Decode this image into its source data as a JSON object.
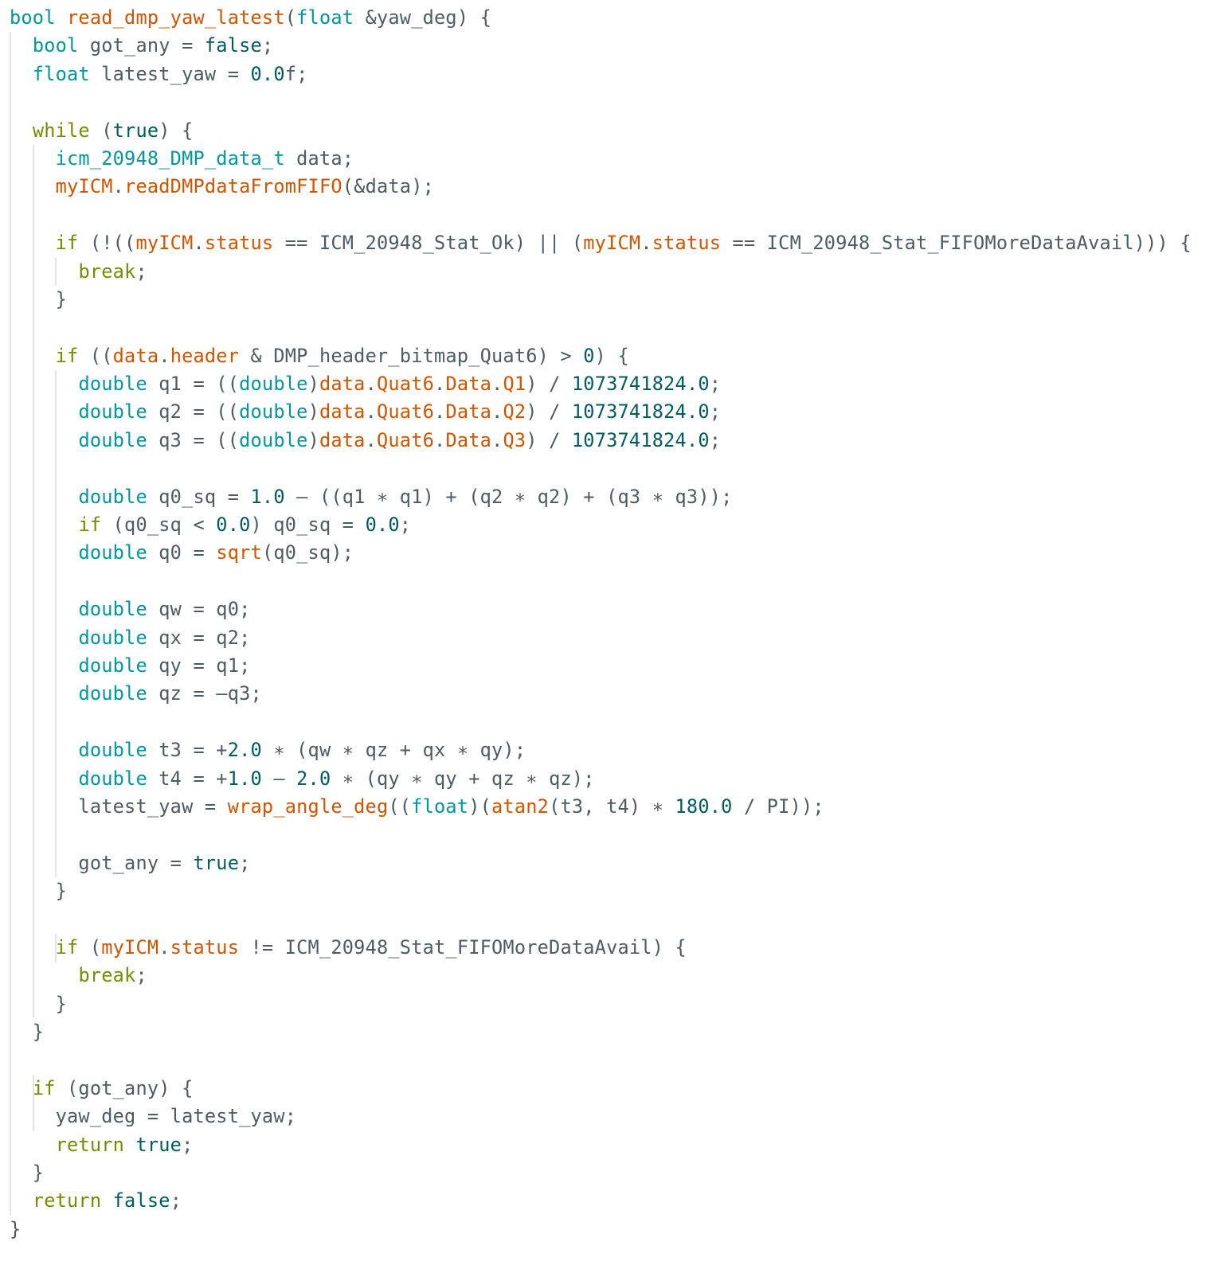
{
  "editor": {
    "language": "cpp",
    "colors": {
      "background": "#ffffff",
      "type_keyword": "#00979d",
      "control_keyword": "#728e00",
      "function_member": "#d35400",
      "literal": "#005c5f",
      "plain": "#4e5b61",
      "indent_guide": "#e2e5e7"
    },
    "lines": [
      [
        [
          "t",
          "bool"
        ],
        [
          "p",
          " "
        ],
        [
          "f",
          "read_dmp_yaw_latest"
        ],
        [
          "p",
          "("
        ],
        [
          "t",
          "float"
        ],
        [
          "p",
          " &yaw_deg) {"
        ]
      ],
      [
        [
          "p",
          "  "
        ],
        [
          "t",
          "bool"
        ],
        [
          "p",
          " got_any = "
        ],
        [
          "l",
          "false"
        ],
        [
          "p",
          ";"
        ]
      ],
      [
        [
          "p",
          "  "
        ],
        [
          "t",
          "float"
        ],
        [
          "p",
          " latest_yaw = "
        ],
        [
          "l",
          "0.0"
        ],
        [
          "p",
          "f;"
        ]
      ],
      [],
      [
        [
          "p",
          "  "
        ],
        [
          "c",
          "while"
        ],
        [
          "p",
          " ("
        ],
        [
          "l",
          "true"
        ],
        [
          "p",
          ") {"
        ]
      ],
      [
        [
          "p",
          "    "
        ],
        [
          "t",
          "icm_20948_DMP_data_t"
        ],
        [
          "p",
          " data;"
        ]
      ],
      [
        [
          "p",
          "    "
        ],
        [
          "f",
          "myICM"
        ],
        [
          "p",
          "."
        ],
        [
          "f",
          "readDMPdataFromFIFO"
        ],
        [
          "p",
          "(&data);"
        ]
      ],
      [],
      [
        [
          "p",
          "    "
        ],
        [
          "c",
          "if"
        ],
        [
          "p",
          " (!(("
        ],
        [
          "f",
          "myICM"
        ],
        [
          "p",
          "."
        ],
        [
          "f",
          "status"
        ],
        [
          "p",
          " == ICM_20948_Stat_Ok) || ("
        ],
        [
          "f",
          "myICM"
        ],
        [
          "p",
          "."
        ],
        [
          "f",
          "status"
        ],
        [
          "p",
          " == ICM_20948_Stat_FIFOMoreDataAvail))) {"
        ]
      ],
      [
        [
          "p",
          "      "
        ],
        [
          "c",
          "break"
        ],
        [
          "p",
          ";"
        ]
      ],
      [
        [
          "p",
          "    }"
        ]
      ],
      [],
      [
        [
          "p",
          "    "
        ],
        [
          "c",
          "if"
        ],
        [
          "p",
          " (("
        ],
        [
          "f",
          "data"
        ],
        [
          "p",
          "."
        ],
        [
          "f",
          "header"
        ],
        [
          "p",
          " & DMP_header_bitmap_Quat6) > "
        ],
        [
          "l",
          "0"
        ],
        [
          "p",
          ") {"
        ]
      ],
      [
        [
          "p",
          "      "
        ],
        [
          "t",
          "double"
        ],
        [
          "p",
          " q1 = (("
        ],
        [
          "t",
          "double"
        ],
        [
          "p",
          ")"
        ],
        [
          "f",
          "data"
        ],
        [
          "p",
          "."
        ],
        [
          "f",
          "Quat6"
        ],
        [
          "p",
          "."
        ],
        [
          "f",
          "Data"
        ],
        [
          "p",
          "."
        ],
        [
          "f",
          "Q1"
        ],
        [
          "p",
          ") / "
        ],
        [
          "l",
          "1073741824.0"
        ],
        [
          "p",
          ";"
        ]
      ],
      [
        [
          "p",
          "      "
        ],
        [
          "t",
          "double"
        ],
        [
          "p",
          " q2 = (("
        ],
        [
          "t",
          "double"
        ],
        [
          "p",
          ")"
        ],
        [
          "f",
          "data"
        ],
        [
          "p",
          "."
        ],
        [
          "f",
          "Quat6"
        ],
        [
          "p",
          "."
        ],
        [
          "f",
          "Data"
        ],
        [
          "p",
          "."
        ],
        [
          "f",
          "Q2"
        ],
        [
          "p",
          ") / "
        ],
        [
          "l",
          "1073741824.0"
        ],
        [
          "p",
          ";"
        ]
      ],
      [
        [
          "p",
          "      "
        ],
        [
          "t",
          "double"
        ],
        [
          "p",
          " q3 = (("
        ],
        [
          "t",
          "double"
        ],
        [
          "p",
          ")"
        ],
        [
          "f",
          "data"
        ],
        [
          "p",
          "."
        ],
        [
          "f",
          "Quat6"
        ],
        [
          "p",
          "."
        ],
        [
          "f",
          "Data"
        ],
        [
          "p",
          "."
        ],
        [
          "f",
          "Q3"
        ],
        [
          "p",
          ") / "
        ],
        [
          "l",
          "1073741824.0"
        ],
        [
          "p",
          ";"
        ]
      ],
      [],
      [
        [
          "p",
          "      "
        ],
        [
          "t",
          "double"
        ],
        [
          "p",
          " q0_sq = "
        ],
        [
          "l",
          "1.0"
        ],
        [
          "p",
          " – ((q1 ∗ q1) + (q2 ∗ q2) + (q3 ∗ q3));"
        ]
      ],
      [
        [
          "p",
          "      "
        ],
        [
          "c",
          "if"
        ],
        [
          "p",
          " (q0_sq < "
        ],
        [
          "l",
          "0.0"
        ],
        [
          "p",
          ") q0_sq = "
        ],
        [
          "l",
          "0.0"
        ],
        [
          "p",
          ";"
        ]
      ],
      [
        [
          "p",
          "      "
        ],
        [
          "t",
          "double"
        ],
        [
          "p",
          " q0 = "
        ],
        [
          "f",
          "sqrt"
        ],
        [
          "p",
          "(q0_sq);"
        ]
      ],
      [],
      [
        [
          "p",
          "      "
        ],
        [
          "t",
          "double"
        ],
        [
          "p",
          " qw = q0;"
        ]
      ],
      [
        [
          "p",
          "      "
        ],
        [
          "t",
          "double"
        ],
        [
          "p",
          " qx = q2;"
        ]
      ],
      [
        [
          "p",
          "      "
        ],
        [
          "t",
          "double"
        ],
        [
          "p",
          " qy = q1;"
        ]
      ],
      [
        [
          "p",
          "      "
        ],
        [
          "t",
          "double"
        ],
        [
          "p",
          " qz = –q3;"
        ]
      ],
      [],
      [
        [
          "p",
          "      "
        ],
        [
          "t",
          "double"
        ],
        [
          "p",
          " t3 = +"
        ],
        [
          "l",
          "2.0"
        ],
        [
          "p",
          " ∗ (qw ∗ qz + qx ∗ qy);"
        ]
      ],
      [
        [
          "p",
          "      "
        ],
        [
          "t",
          "double"
        ],
        [
          "p",
          " t4 = +"
        ],
        [
          "l",
          "1.0"
        ],
        [
          "p",
          " – "
        ],
        [
          "l",
          "2.0"
        ],
        [
          "p",
          " ∗ (qy ∗ qy + qz ∗ qz);"
        ]
      ],
      [
        [
          "p",
          "      latest_yaw = "
        ],
        [
          "f",
          "wrap_angle_deg"
        ],
        [
          "p",
          "(("
        ],
        [
          "t",
          "float"
        ],
        [
          "p",
          ")("
        ],
        [
          "f",
          "atan2"
        ],
        [
          "p",
          "(t3, t4) ∗ "
        ],
        [
          "l",
          "180.0"
        ],
        [
          "p",
          " / PI));"
        ]
      ],
      [],
      [
        [
          "p",
          "      got_any = "
        ],
        [
          "l",
          "true"
        ],
        [
          "p",
          ";"
        ]
      ],
      [
        [
          "p",
          "    }"
        ]
      ],
      [],
      [
        [
          "p",
          "    "
        ],
        [
          "c",
          "if"
        ],
        [
          "p",
          " ("
        ],
        [
          "f",
          "myICM"
        ],
        [
          "p",
          "."
        ],
        [
          "f",
          "status"
        ],
        [
          "p",
          " != ICM_20948_Stat_FIFOMoreDataAvail) {"
        ]
      ],
      [
        [
          "p",
          "      "
        ],
        [
          "c",
          "break"
        ],
        [
          "p",
          ";"
        ]
      ],
      [
        [
          "p",
          "    }"
        ]
      ],
      [
        [
          "p",
          "  }"
        ]
      ],
      [],
      [
        [
          "p",
          "  "
        ],
        [
          "c",
          "if"
        ],
        [
          "p",
          " (got_any) {"
        ]
      ],
      [
        [
          "p",
          "    yaw_deg = latest_yaw;"
        ]
      ],
      [
        [
          "p",
          "    "
        ],
        [
          "c",
          "return"
        ],
        [
          "p",
          " "
        ],
        [
          "l",
          "true"
        ],
        [
          "p",
          ";"
        ]
      ],
      [
        [
          "p",
          "  }"
        ]
      ],
      [
        [
          "p",
          "  "
        ],
        [
          "c",
          "return"
        ],
        [
          "p",
          " "
        ],
        [
          "l",
          "false"
        ],
        [
          "p",
          ";"
        ]
      ],
      [
        [
          "p",
          "}"
        ]
      ]
    ],
    "indent_guides": [
      {
        "col": 0,
        "from_line": 1,
        "to_line": 42
      },
      {
        "col": 2,
        "from_line": 5,
        "to_line": 35
      },
      {
        "col": 4,
        "from_line": 13,
        "to_line": 30
      },
      {
        "col": 4,
        "from_line": 9,
        "to_line": 9
      },
      {
        "col": 4,
        "from_line": 33,
        "to_line": 33
      },
      {
        "col": 2,
        "from_line": 38,
        "to_line": 39
      }
    ]
  }
}
